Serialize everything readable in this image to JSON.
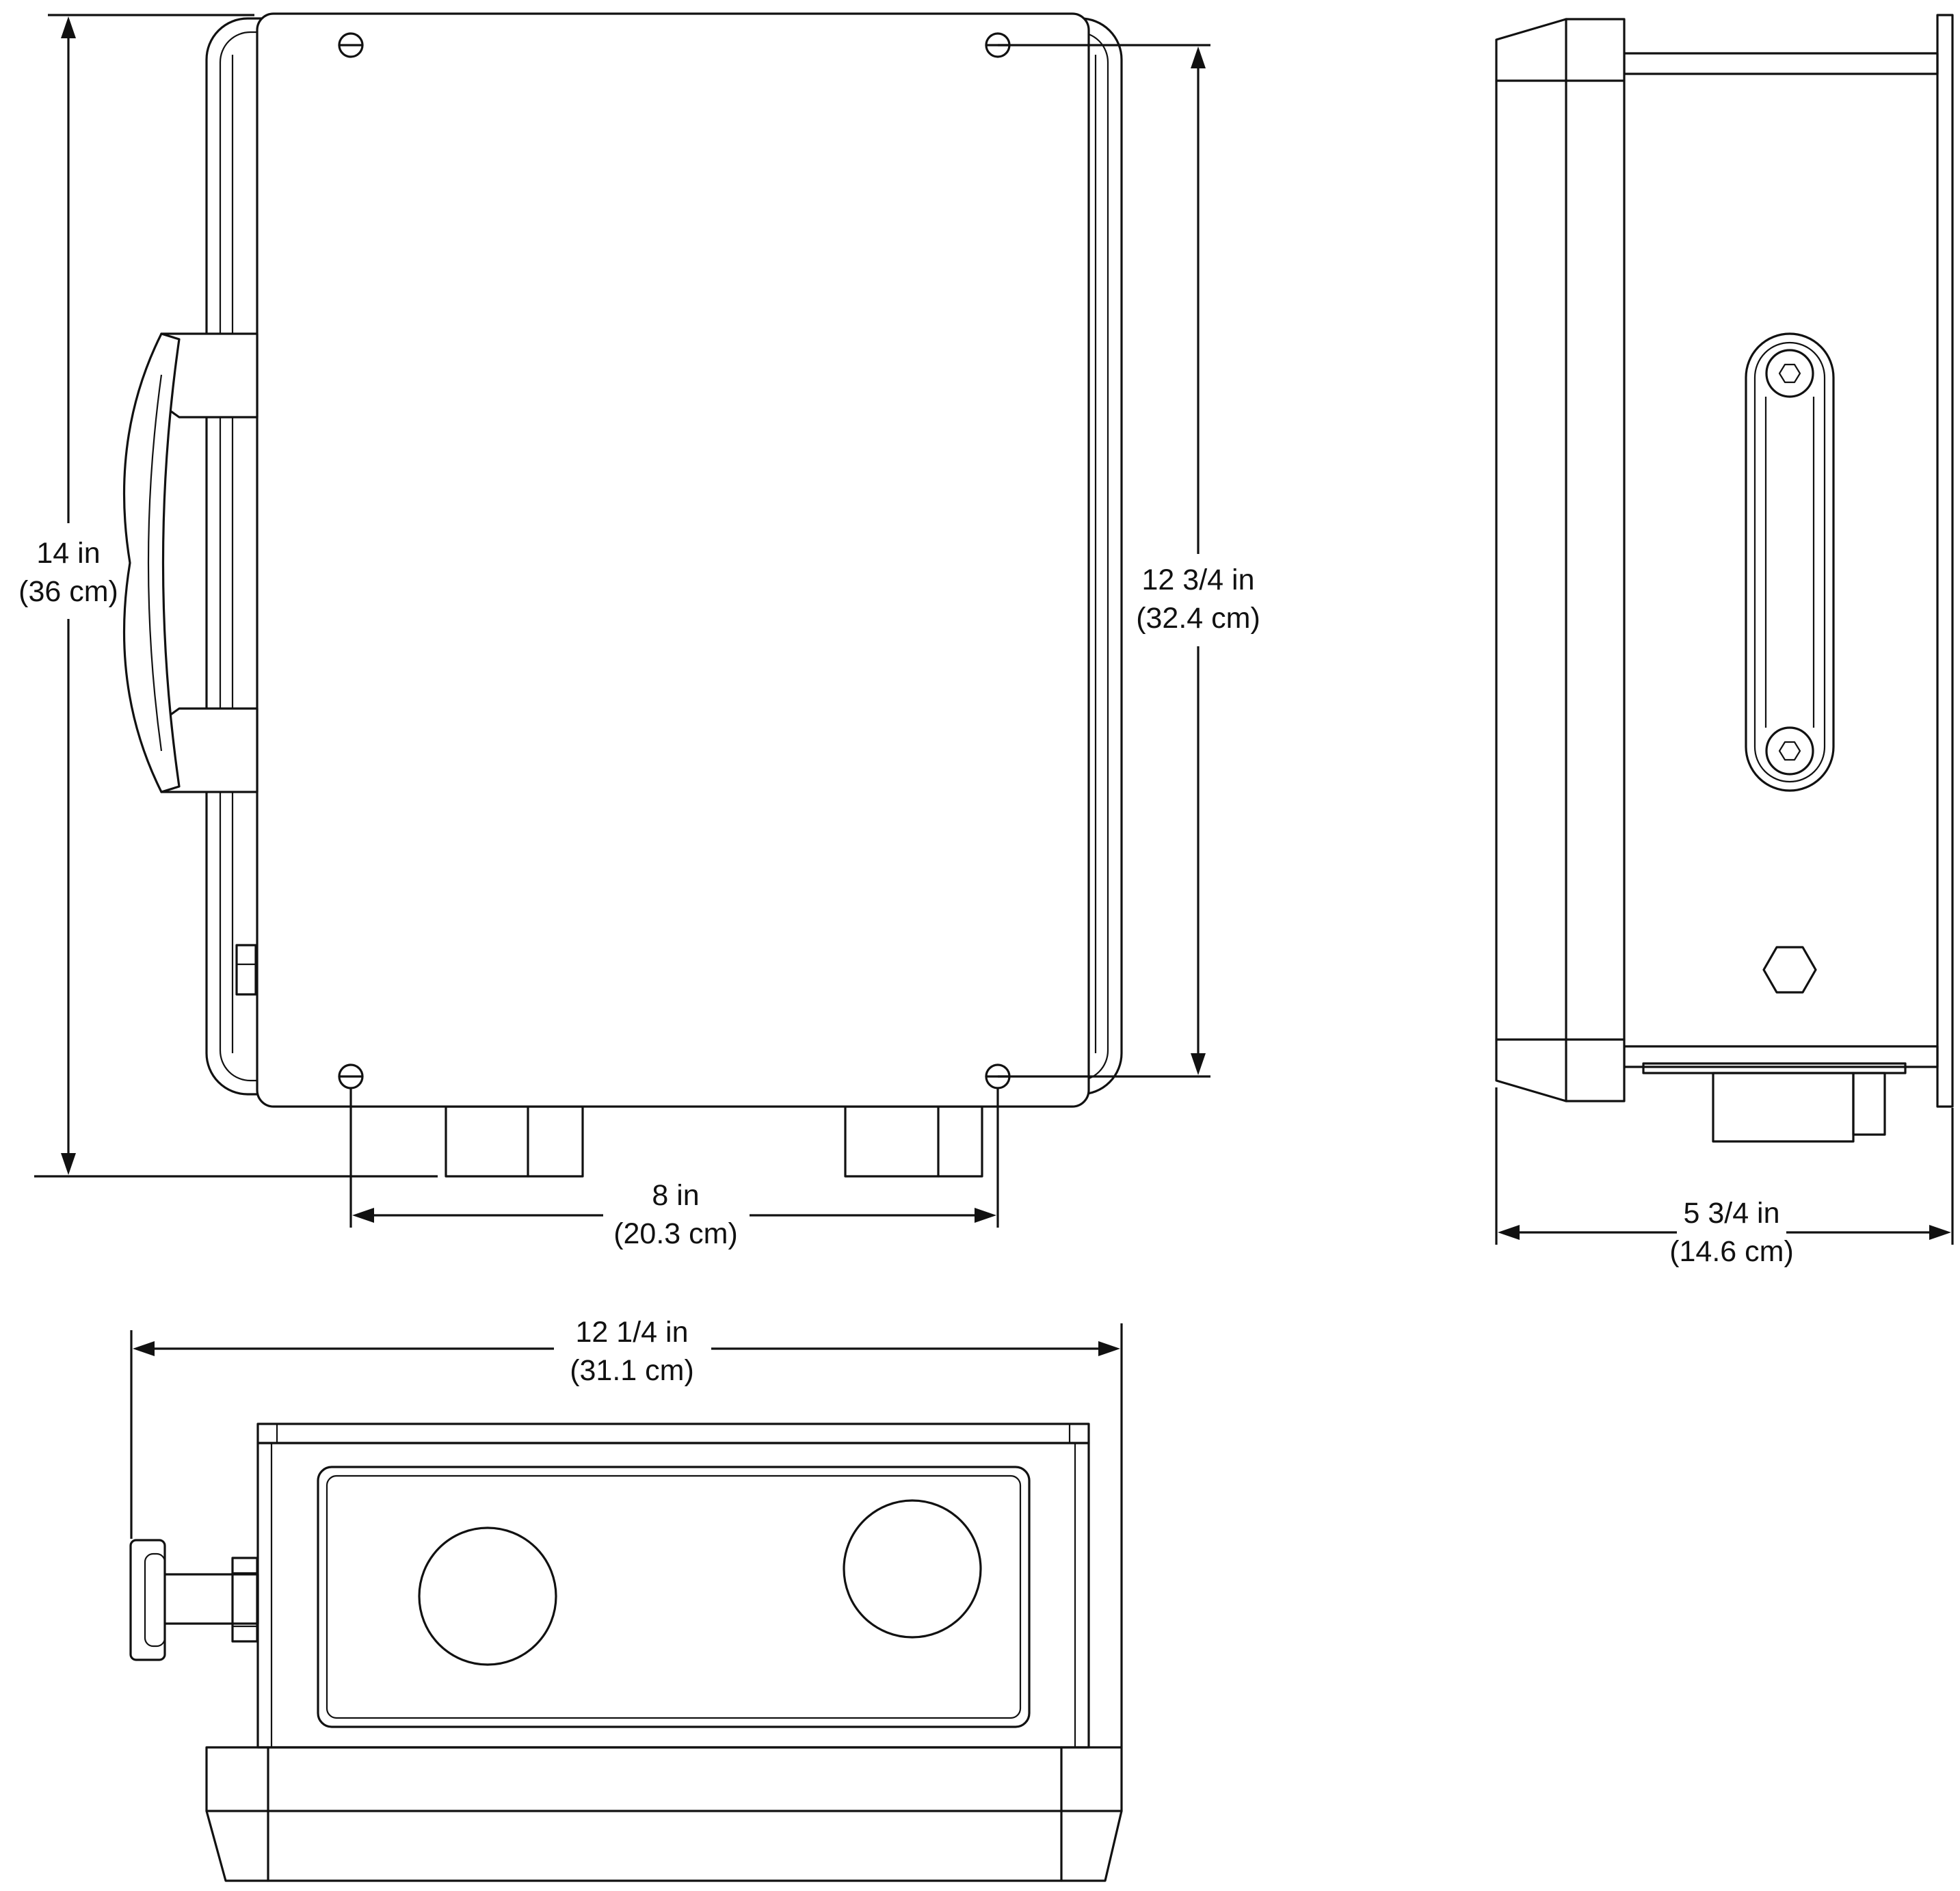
{
  "colors": {
    "line": "#111111",
    "background": "#ffffff"
  },
  "dimensions": {
    "overall_height": {
      "value": "14 in",
      "metric": "(36 cm)"
    },
    "mounting_height": {
      "value": "12 3/4 in",
      "metric": "(32.4 cm)"
    },
    "mounting_width": {
      "value": "8 in",
      "metric": "(20.3 cm)"
    },
    "depth": {
      "value": "5 3/4 in",
      "metric": "(14.6 cm)"
    },
    "overall_width": {
      "value": "12 1/4 in",
      "metric": "(31.1 cm)"
    }
  }
}
